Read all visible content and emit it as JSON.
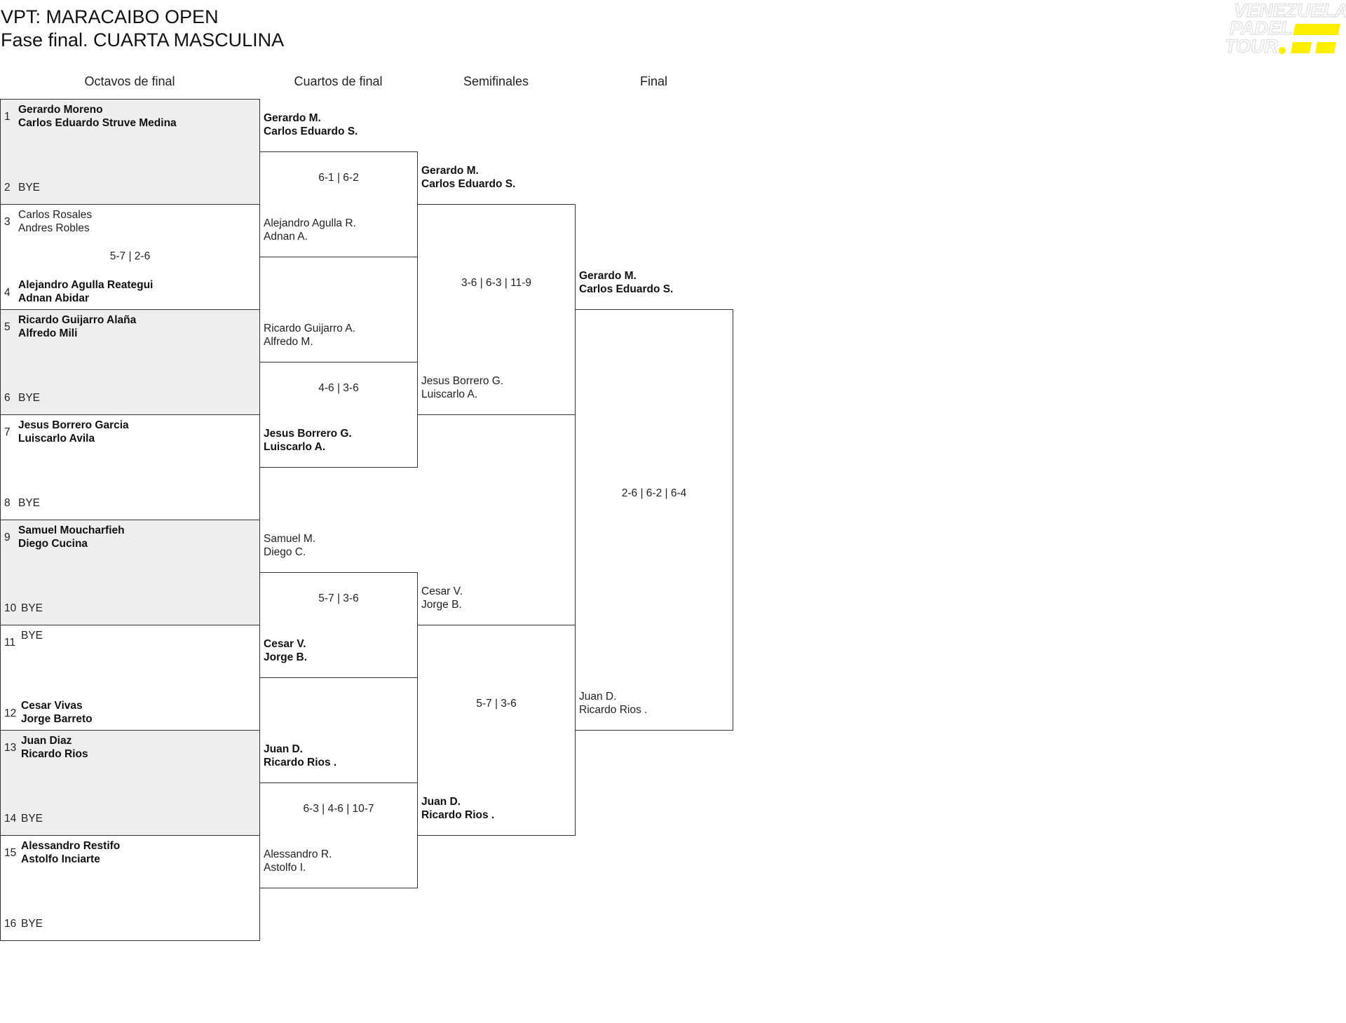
{
  "title": "VPT: MARACAIBO OPEN",
  "subtitle": "Fase final. CUARTA MASCULINA",
  "logo": {
    "line1": "VENEZUELA",
    "line2": "PADEL",
    "line3": "TOUR",
    "color": "#ffee00"
  },
  "rounds": [
    "Octavos de final",
    "Cuartos de final",
    "Semifinales",
    "Final"
  ],
  "octavos": [
    {
      "n1": "1",
      "p1a": "Gerardo Moreno",
      "p1b": "Carlos Eduardo Struve Medina",
      "n2": "2",
      "p2a": "BYE",
      "p2b": "",
      "score": ""
    },
    {
      "n1": "3",
      "p1a": "Carlos Rosales",
      "p1b": "Andres Robles",
      "n2": "4",
      "p2a": "Alejandro Agulla Reategui",
      "p2b": "Adnan Abidar",
      "score": "5-7 | 2-6"
    },
    {
      "n1": "5",
      "p1a": "Ricardo Guijarro Alaña",
      "p1b": "Alfredo Mili",
      "n2": "6",
      "p2a": "BYE",
      "p2b": "",
      "score": ""
    },
    {
      "n1": "7",
      "p1a": "Jesus Borrero Garcia",
      "p1b": "Luiscarlo Avila",
      "n2": "8",
      "p2a": "BYE",
      "p2b": "",
      "score": ""
    },
    {
      "n1": "9",
      "p1a": "Samuel Moucharfieh",
      "p1b": "Diego Cucina",
      "n2": "10",
      "p2a": "BYE",
      "p2b": "",
      "score": ""
    },
    {
      "n1": "11",
      "p1a": "BYE",
      "p1b": "",
      "n2": "12",
      "p2a": "Cesar Vivas",
      "p2b": "Jorge Barreto",
      "score": ""
    },
    {
      "n1": "13",
      "p1a": "Juan Diaz",
      "p1b": "Ricardo Rios",
      "n2": "14",
      "p2a": "BYE",
      "p2b": "",
      "score": ""
    },
    {
      "n1": "15",
      "p1a": "Alessandro Restifo",
      "p1b": "Astolfo Inciarte",
      "n2": "16",
      "p2a": "BYE",
      "p2b": "",
      "score": ""
    }
  ],
  "cuartos": [
    {
      "p1a": "Gerardo M.",
      "p1b": "Carlos Eduardo S.",
      "p2a": "Alejandro Agulla R.",
      "p2b": "Adnan A.",
      "score": "6-1 | 6-2"
    },
    {
      "p1a": "Ricardo Guijarro A.",
      "p1b": "Alfredo M.",
      "p2a": "Jesus Borrero G.",
      "p2b": "Luiscarlo A.",
      "score": "4-6 | 3-6"
    },
    {
      "p1a": "Samuel M.",
      "p1b": "Diego C.",
      "p2a": "Cesar V.",
      "p2b": "Jorge B.",
      "score": "5-7 | 3-6"
    },
    {
      "p1a": "Juan D.",
      "p1b": "Ricardo Rios .",
      "p2a": "Alessandro R.",
      "p2b": "Astolfo I.",
      "score": "6-3 | 4-6 | 10-7"
    }
  ],
  "semis": [
    {
      "p1a": "Gerardo M.",
      "p1b": "Carlos Eduardo S.",
      "p2a": "Jesus Borrero G.",
      "p2b": "Luiscarlo A.",
      "score": "3-6 | 6-3 | 11-9"
    },
    {
      "p1a": "Cesar V.",
      "p1b": "Jorge B.",
      "p2a": "Juan D.",
      "p2b": "Ricardo Rios .",
      "score": "5-7 | 3-6"
    }
  ],
  "final": {
    "p1a": "Gerardo M.",
    "p1b": "Carlos Eduardo S.",
    "p2a": "Juan D.",
    "p2b": "Ricardo Rios .",
    "score": "2-6 | 6-2 | 6-4"
  }
}
